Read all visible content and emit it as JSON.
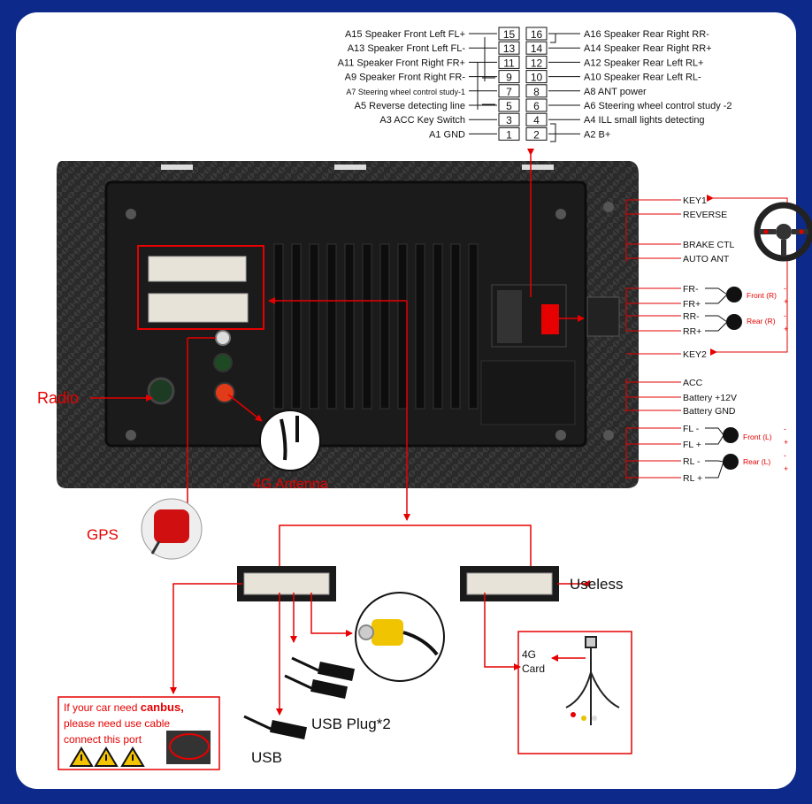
{
  "pins_left": [
    {
      "code": "A15",
      "label": "Speaker Front Left FL+",
      "pin": "15"
    },
    {
      "code": "A13",
      "label": "Speaker Front Left FL-",
      "pin": "13"
    },
    {
      "code": "A11",
      "label": "Speaker Front Right FR+",
      "pin": "11"
    },
    {
      "code": "A9",
      "label": "Speaker Front Right FR-",
      "pin": "9"
    },
    {
      "code": "A7",
      "label": "Steering wheel control study-1",
      "pin": "7"
    },
    {
      "code": "A5",
      "label": "Reverse detecting line",
      "pin": "5"
    },
    {
      "code": "A3",
      "label": "ACC Key Switch",
      "pin": "3"
    },
    {
      "code": "A1",
      "label": "GND",
      "pin": "1"
    }
  ],
  "pins_right": [
    {
      "code": "A16",
      "label": "Speaker Rear Right RR-",
      "pin": "16"
    },
    {
      "code": "A14",
      "label": "Speaker Rear Right RR+",
      "pin": "14"
    },
    {
      "code": "A12",
      "label": "Speaker Rear Left RL+",
      "pin": "12"
    },
    {
      "code": "A10",
      "label": "Speaker Rear Left RL-",
      "pin": "10"
    },
    {
      "code": "A8",
      "label": "ANT power",
      "pin": "8"
    },
    {
      "code": "A6",
      "label": "Steering wheel control study -2",
      "pin": "6"
    },
    {
      "code": "A4",
      "label": "ILL small lights detecting",
      "pin": "4"
    },
    {
      "code": "A2",
      "label": "B+",
      "pin": "2"
    }
  ],
  "right_labels": [
    "KEY1",
    "REVERSE",
    "BRAKE CTL",
    "AUTO ANT",
    "FR-",
    "FR+",
    "RR-",
    "RR+",
    "KEY2",
    "ACC",
    "Battery +12V",
    "Battery GND",
    "FL -",
    "FL +",
    "RL -",
    "RL +"
  ],
  "speakers": {
    "front_r": "Front (R)",
    "rear_r": "Rear (R)",
    "front_l": "Front (L)",
    "rear_l": "Rear (L)",
    "minus": "-",
    "plus": "+"
  },
  "labels": {
    "radio": "Radio",
    "gps": "GPS",
    "antenna": "4G Antenna",
    "useless": "Useless",
    "usb_plug": "USB Plug*2",
    "usb": "USB",
    "card_4g_line1": "4G",
    "card_4g_line2": "Card"
  },
  "canbus": {
    "line1_prefix": "If your car need ",
    "line1_bold": "canbus,",
    "line2": "please need use cable",
    "line3": "connect this port"
  },
  "colors": {
    "accent": "#e60000",
    "frame": "#0d2a8a"
  }
}
